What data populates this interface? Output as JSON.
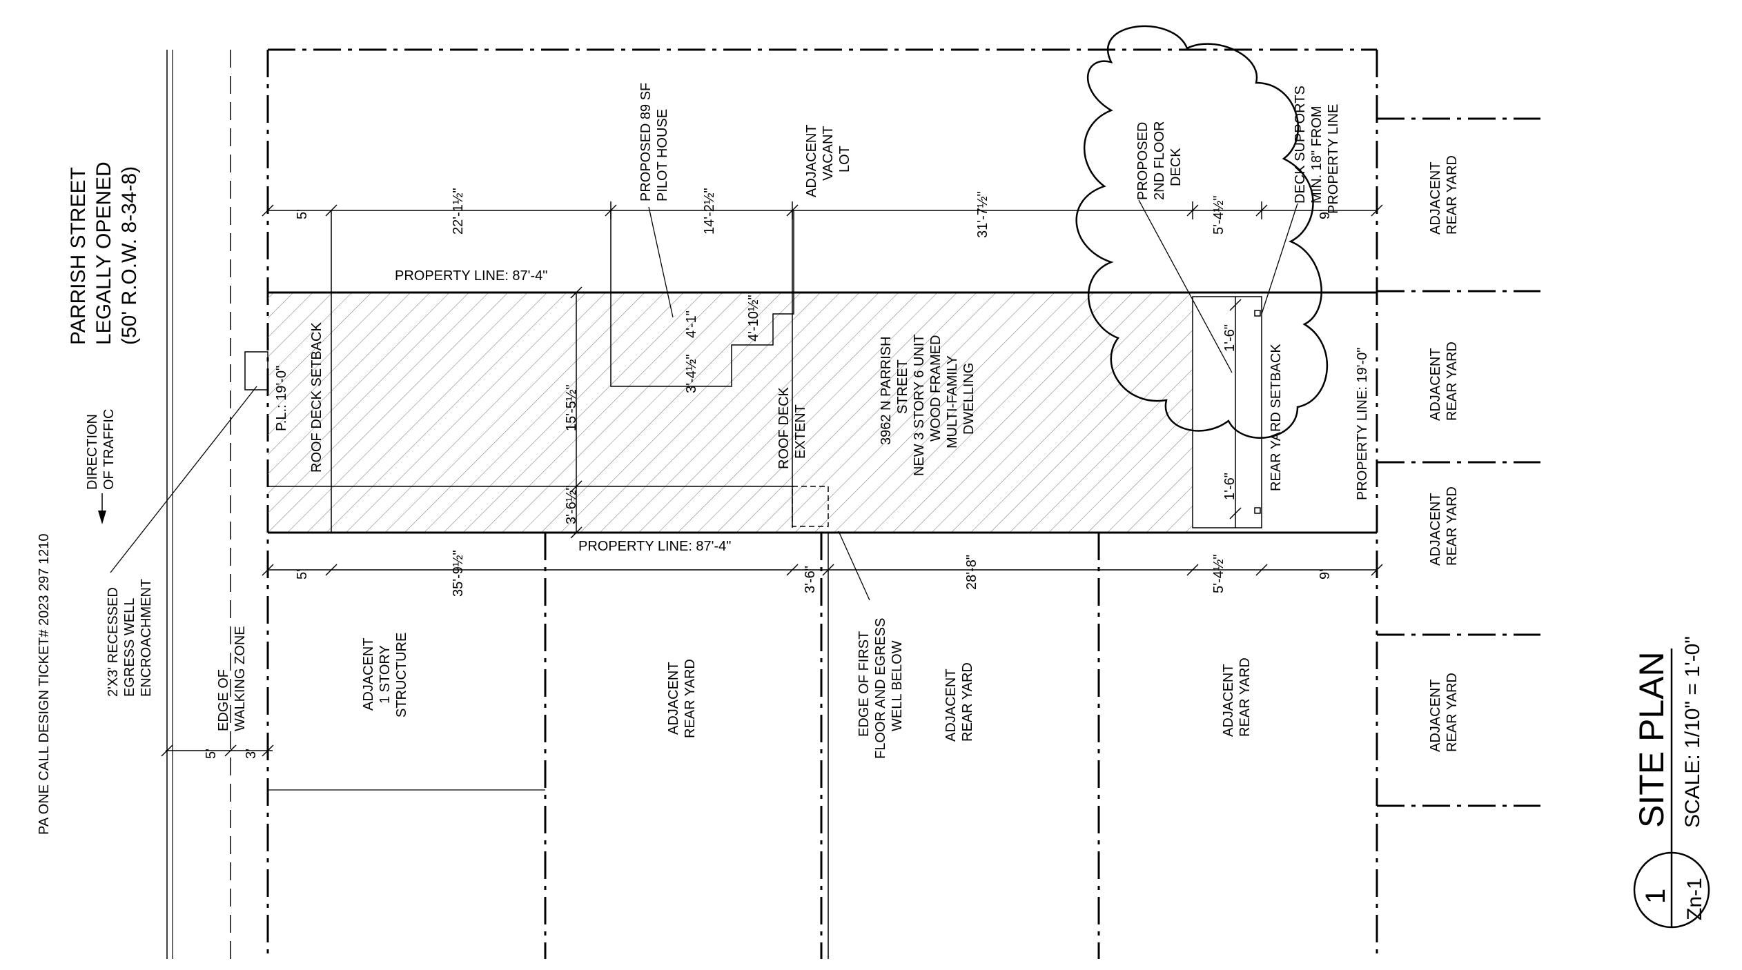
{
  "street": {
    "line1": "PARRISH STREET",
    "line2": "LEGALLY OPENED",
    "line3": "(50' R.O.W. 8-34-8)"
  },
  "traffic": {
    "line1": "DIRECTION",
    "line2": "OF TRAFFIC"
  },
  "ticket": "PA ONE CALL DESIGN TICKET# 2023 297 1210",
  "egress_well": {
    "line1": "2'X3' RECESSED",
    "line2": "EGRESS WELL",
    "line3": "ENCROACHMENT"
  },
  "walking_zone": {
    "line1": "EDGE OF",
    "line2": "WALKING ZONE"
  },
  "property": {
    "top_line": "PROPERTY LINE: 87'-4\"",
    "bottom_line": "PROPERTY LINE: 87'-4\"",
    "left_pl": "P.L.: 19'-0\"",
    "right_pl": "PROPERTY LINE: 19'-0\""
  },
  "labels": {
    "roof_deck_setback": "ROOF DECK SETBACK",
    "pilot_house": {
      "line1": "PROPOSED 89 SF",
      "line2": "PILOT HOUSE"
    },
    "vacant_lot": {
      "line1": "ADJACENT",
      "line2": "VACANT",
      "line3": "LOT"
    },
    "deck": {
      "line1": "PROPOSED",
      "line2": "2ND FLOOR",
      "line3": "DECK"
    },
    "deck_supports": {
      "line1": "DECK SUPPORTS",
      "line2": "MIN. 18\" FROM",
      "line3": "PROPERTY LINE"
    },
    "dwelling": {
      "line1": "3962 N PARRISH",
      "line2": "STREET",
      "line3": "NEW 3 STORY 6 UNIT",
      "line4": "WOOD FRAMED",
      "line5": "MULTI-FAMILY",
      "line6": "DWELLING"
    },
    "roof_deck_extent": {
      "line1": "ROOF DECK",
      "line2": "EXTENT"
    },
    "rear_yard_setback": "REAR YARD SETBACK",
    "first_floor": {
      "line1": "EDGE OF FIRST",
      "line2": "FLOOR AND EGRESS",
      "line3": "WELL BELOW"
    },
    "adjacent_structure": {
      "line1": "ADJACENT",
      "line2": "1 STORY",
      "line3": "STRUCTURE"
    },
    "adj_rear_yard_1": {
      "line1": "ADJACENT",
      "line2": "REAR YARD"
    },
    "adj_rear_yard_2": {
      "line1": "ADJACENT",
      "line2": "REAR YARD"
    },
    "adj_rear_yard_3": {
      "line1": "ADJACENT",
      "line2": "REAR YARD"
    },
    "adj_rear_yard_r1": {
      "line1": "ADJACENT",
      "line2": "REAR YARD"
    },
    "adj_rear_yard_r2": {
      "line1": "ADJACENT",
      "line2": "REAR YARD"
    },
    "adj_rear_yard_r3": {
      "line1": "ADJACENT",
      "line2": "REAR YARD"
    },
    "adj_rear_yard_r4": {
      "line1": "ADJACENT",
      "line2": "REAR YARD"
    }
  },
  "dims": {
    "top_5": "5'",
    "top_22": "22'-1½\"",
    "top_14": "14'-2½\"",
    "top_31": "31'-7½\"",
    "top_5_4": "5'-4½\"",
    "top_9": "9'",
    "bot_5": "5'",
    "bot_35": "35'-9½\"",
    "bot_3_6": "3'-6\"",
    "bot_28": "28'-8\"",
    "bot_5_4": "5'-4½\"",
    "bot_9": "9'",
    "d_15_5": "15'-5½\"",
    "d_3_6h": "3'-6½\"",
    "d_3_4": "3'-4½\"",
    "d_4_1": "4'-1\"",
    "d_4_10": "4'-10½\"",
    "d_1_6a": "1'-6\"",
    "d_1_6b": "1'-6\"",
    "sw_5": "5'",
    "sw_3": "3'"
  },
  "title": {
    "number": "1",
    "sheet": "Zn-1",
    "name": "SITE PLAN",
    "scale": "SCALE: 1/10\" = 1'-0\""
  }
}
